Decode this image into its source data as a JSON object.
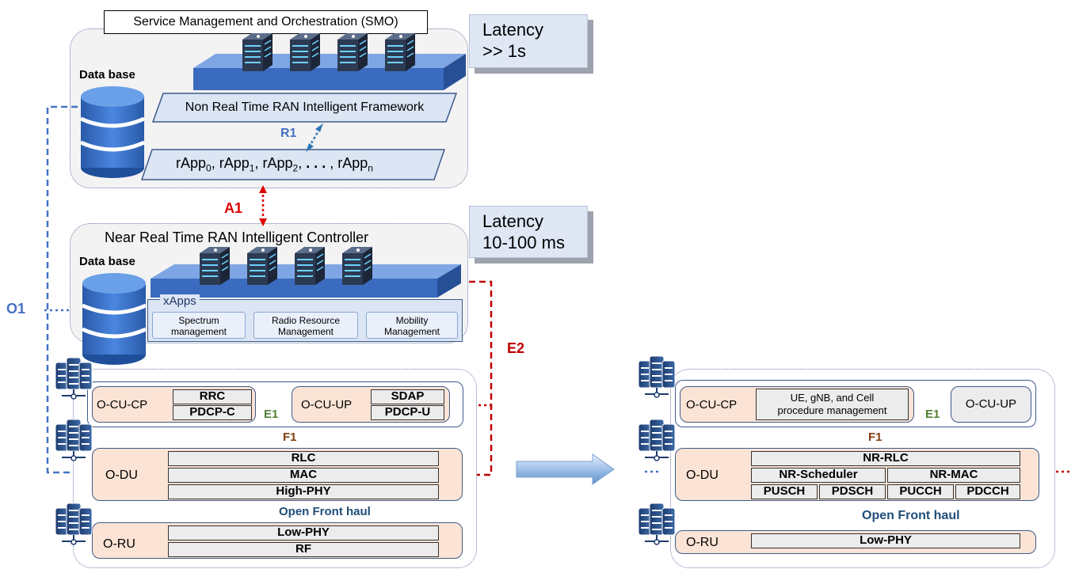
{
  "smo": {
    "title": "Service Management and Orchestration (SMO)"
  },
  "latency_top": {
    "line1": "Latency",
    "line2": ">> 1s"
  },
  "latency_mid": {
    "line1": "Latency",
    "line2": "10-100 ms"
  },
  "non_rt": {
    "database": "Data base",
    "framework": "Non Real Time RAN Intelligent Framework",
    "r1": "R1",
    "rapp_prefix": "rApp",
    "rapp_subs": [
      "0",
      "1",
      "2",
      "n"
    ],
    "rapp_sep": ", ",
    "rapp_dots": ". . . "
  },
  "a1": "A1",
  "near_rt": {
    "title": "Near Real Time RAN Intelligent Controller",
    "database": "Data base",
    "xapps": "xApps",
    "apps": [
      {
        "line1": "Spectrum",
        "line2": "management"
      },
      {
        "line1": "Radio Resource",
        "line2": "Management"
      },
      {
        "line1": "Mobility",
        "line2": "Management"
      }
    ]
  },
  "o1": "O1",
  "e2": "E2",
  "left_stack": {
    "ocu_cp": "O-CU-CP",
    "rrc": "RRC",
    "pdcp_c": "PDCP-C",
    "e1": "E1",
    "ocu_up": "O-CU-UP",
    "sdap": "SDAP",
    "pdcp_u": "PDCP-U",
    "f1": "F1",
    "odu": "O-DU",
    "rlc": "RLC",
    "mac": "MAC",
    "high_phy": "High-PHY",
    "fronthaul": "Open Front haul",
    "oru": "O-RU",
    "low_phy": "Low-PHY",
    "rf": "RF"
  },
  "right_stack": {
    "ocu_cp": "O-CU-CP",
    "proc_line1": "UE, gNB, and Cell",
    "proc_line2": "procedure management",
    "e1": "E1",
    "ocu_up": "O-CU-UP",
    "f1": "F1",
    "odu": "O-DU",
    "nr_rlc": "NR-RLC",
    "nr_scheduler": "NR-Scheduler",
    "nr_mac": "NR-MAC",
    "channels": [
      "PUSCH",
      "PDSCH",
      "PUCCH",
      "PDCCH"
    ],
    "fronthaul": "Open Front haul",
    "oru": "O-RU",
    "low_phy": "Low-PHY"
  },
  "colors": {
    "o1": "#4472c4",
    "r1": "#4472c4",
    "a1": "#e00000",
    "e2": "#c00000",
    "e1": "#538135",
    "f1": "#843c0c",
    "fronthaul": "#1f4e79",
    "peach": "#fbe4d5",
    "latency_box": "#dfe7f5",
    "platform": "#4a79c8"
  },
  "icons": [
    "database-icon",
    "server-rack-icon",
    "server-platform-icon",
    "arrow-right-icon"
  ]
}
